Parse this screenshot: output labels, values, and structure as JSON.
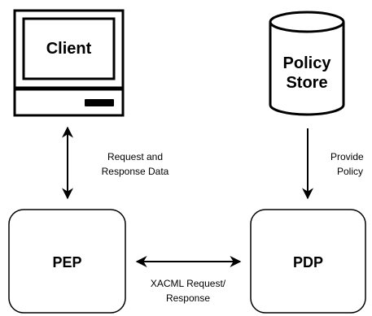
{
  "client": {
    "label": "Client"
  },
  "policy_store": {
    "line1": "Policy",
    "line2": "Store"
  },
  "pep": {
    "label": "PEP"
  },
  "pdp": {
    "label": "PDP"
  },
  "edges": {
    "client_pep": {
      "line1": "Request and",
      "line2": "Response Data"
    },
    "store_pdp": {
      "line1": "Provide",
      "line2": "Policy"
    },
    "pep_pdp": {
      "line1": "XACML Request/",
      "line2": "Response"
    }
  },
  "colors": {
    "stroke": "#000000",
    "fill": "#ffffff"
  }
}
